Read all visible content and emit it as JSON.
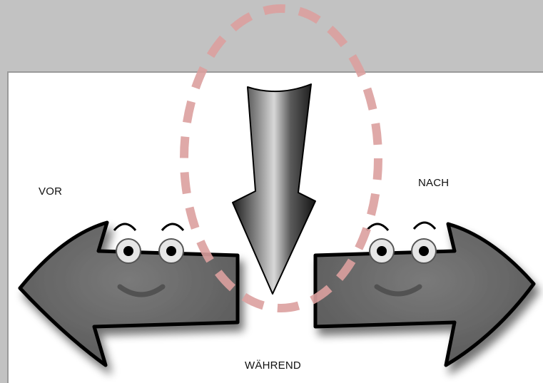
{
  "labels": {
    "before": "VOR",
    "after": "NACH",
    "during": "WÄHREND"
  },
  "colors": {
    "background_top": "#c2c2c2",
    "panel": "#ffffff",
    "arrow_fill": "#6b6b6b",
    "dashed_ellipse": "#dca09e"
  },
  "icons": [
    "left-arrow-face-icon",
    "right-arrow-face-icon",
    "down-arrow-icon",
    "dashed-ellipse-highlight"
  ]
}
